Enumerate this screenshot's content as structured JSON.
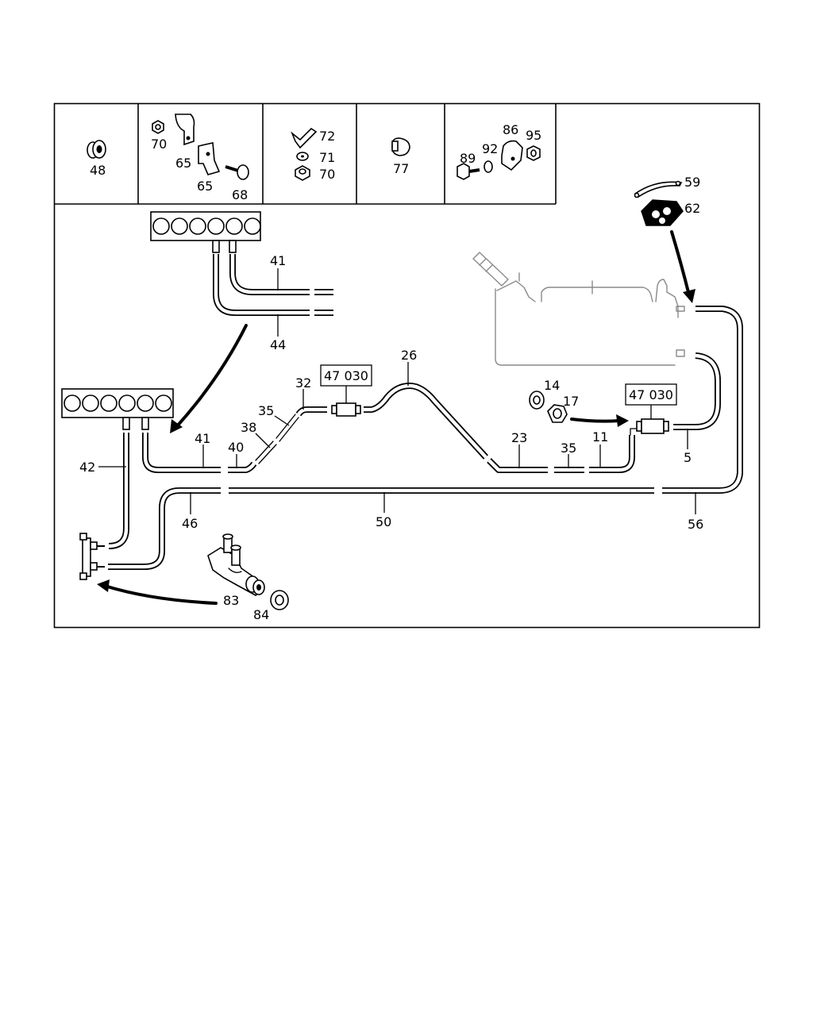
{
  "part_labels": {
    "p48": "48",
    "p70a": "70",
    "p65a": "65",
    "p65b": "65",
    "p68": "68",
    "p72": "72",
    "p71": "71",
    "p70b": "70",
    "p77": "77",
    "p89": "89",
    "p92": "92",
    "p86": "86",
    "p95": "95",
    "p59": "59",
    "p62": "62",
    "p41a": "41",
    "p44": "44",
    "p26": "26",
    "p32": "32",
    "p35a": "35",
    "p38": "38",
    "p40": "40",
    "p41b": "41",
    "p42": "42",
    "p14": "14",
    "p17": "17",
    "p23": "23",
    "p35b": "35",
    "p11": "11",
    "p5": "5",
    "p46": "46",
    "p50": "50",
    "p56": "56",
    "p83": "83",
    "p84": "84"
  },
  "boxed_labels": {
    "filter_ref_left": "47 030",
    "filter_ref_right": "47 030"
  }
}
